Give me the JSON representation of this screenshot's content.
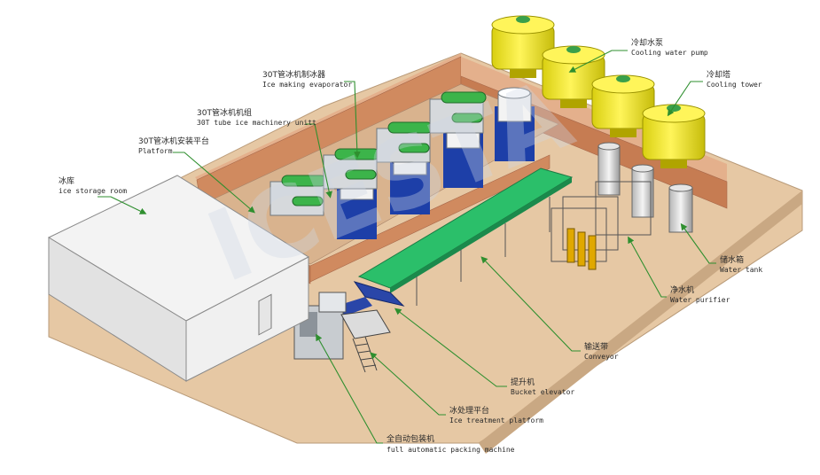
{
  "colors": {
    "floor": "#e6c8a4",
    "wall": "#d08a5f",
    "wall_top": "#e4b08c",
    "leader": "#2f8f2f",
    "conveyor": "#2bbf6a",
    "tower": "#f3e91c",
    "evaporator": "#3cb44a",
    "machine": "#dfe3e6",
    "room": "#efefef",
    "watermark": "#cfd8e6"
  },
  "icons": [
    "arrow-head-icon"
  ],
  "labels": {
    "cooling_water_pump": {
      "cn": "冷却水泵",
      "en": "Cooling water pump"
    },
    "cooling_tower": {
      "cn": "冷却塔",
      "en": "Cooling tower"
    },
    "ice_making_evaporator": {
      "cn": "30T管冰机制冰器",
      "en": "Ice making evaporator"
    },
    "ice_machinery_unit": {
      "cn": "30T管冰机机组",
      "en": "30T tube ice machinery unitt"
    },
    "platform": {
      "cn": "30T管冰机安装平台",
      "en": "Platform"
    },
    "ice_storage_room": {
      "cn": "冰库",
      "en": "ice storage room"
    },
    "water_tank": {
      "cn": "储水箱",
      "en": "Water tank"
    },
    "water_purifier": {
      "cn": "净水机",
      "en": "Water purifier"
    },
    "conveyor": {
      "cn": "输送带",
      "en": "Conveyor"
    },
    "bucket_elevator": {
      "cn": "提升机",
      "en": "Bucket elevator"
    },
    "ice_treatment_platform": {
      "cn": "冰处理平台",
      "en": "Ice treatment platform"
    },
    "packing_machine": {
      "cn": "全自动包装机",
      "en": "full automatic packing machine"
    }
  }
}
